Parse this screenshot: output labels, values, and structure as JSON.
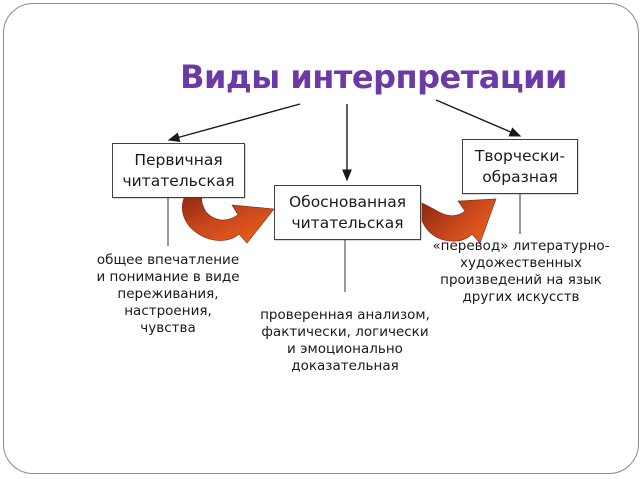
{
  "slide": {
    "title": "Виды интерпретации",
    "colors": {
      "title": "#6b3aa5",
      "box_border": "#404040",
      "connector": "#333333",
      "curved_arrow_dark": "#932b10",
      "curved_arrow_light": "#ea5f1d",
      "frame_border": "#8a8a8a"
    },
    "nodes": [
      {
        "label": "Первичная\nчитательская",
        "description": "общее впечатление\nи понимание в виде\nпереживания,\nнастроения,\nчувства"
      },
      {
        "label": "Обоснованная\nчитательская",
        "description": "проверенная анализом,\nфактически, логически\nи эмоционально\nдоказательная"
      },
      {
        "label": "Творчески-\nобразная",
        "description": "«перевод» литературно-\nхудожественных\nпроизведений на язык\nдругих искусств"
      }
    ]
  }
}
